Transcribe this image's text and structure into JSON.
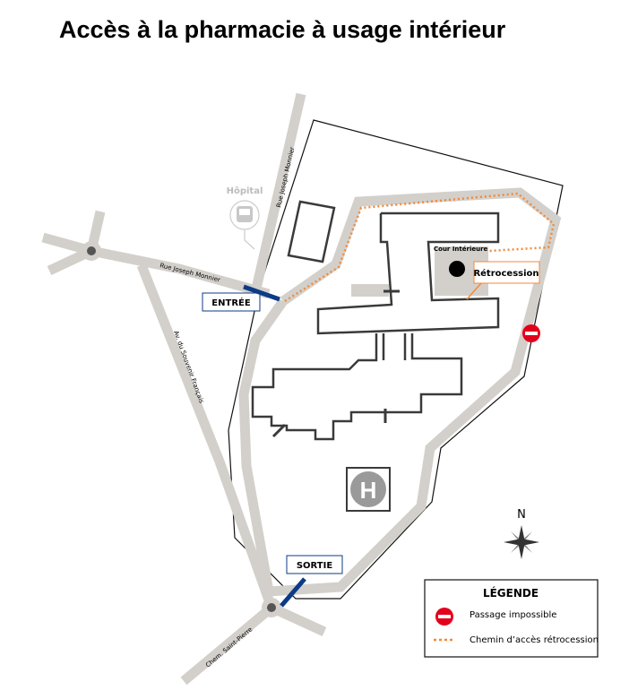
{
  "title": "Accès à la pharmacie à usage intérieur",
  "streets": {
    "rue_joseph_monnier_vertical": "Rue Joseph Monnier",
    "rue_joseph_monnier_horizontal": "Rue Joseph Monnier",
    "avenue": "Av. du Souvenir Français",
    "chemin": "Chem. Saint-Pierre"
  },
  "bus_stop": {
    "label": "Hôpital",
    "icon": "bus-icon"
  },
  "entrance_label": "ENTRÉE",
  "exit_label": "SORTIE",
  "courtyard_label": "Cour Intérieure",
  "retrocession_label": "Rétrocession",
  "helipad_letter": "H",
  "compass_letter": "N",
  "legend": {
    "title": "LÉGENDE",
    "items": [
      {
        "icon": "no-entry-icon",
        "label": "Passage impossible"
      },
      {
        "icon": "dotted-path-icon",
        "label": "Chemin d’accès rétrocession"
      }
    ]
  },
  "colors": {
    "road": "#d3d0cb",
    "path": "#f08a3c",
    "arrow": "#0d3b85",
    "building": "#3a3a3a",
    "no_entry": "#e3001b"
  }
}
